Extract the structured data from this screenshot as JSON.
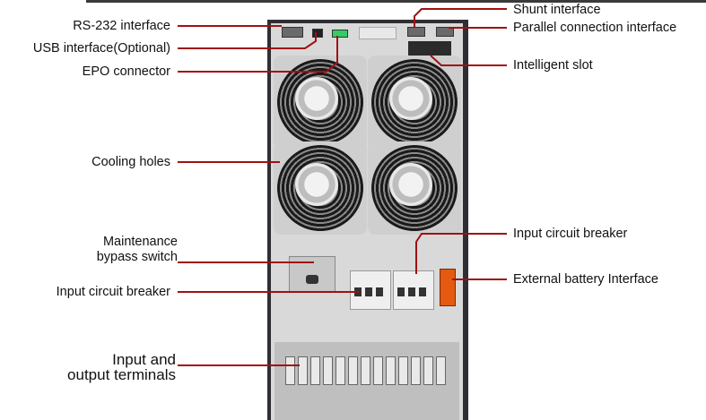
{
  "labels": {
    "rs232": "RS-232 interface",
    "usb": "USB interface(Optional)",
    "epo": "EPO connector",
    "cooling": "Cooling holes",
    "maint_line1": "Maintenance",
    "maint_line2": "bypass switch",
    "input_breaker_left": "Input circuit breaker",
    "io_line1": "Input and",
    "io_line2": "output terminals",
    "shunt": "Shunt interface",
    "parallel": "Parallel connection interface",
    "intelligent_slot": "Intelligent slot",
    "input_breaker_right": "Input circuit breaker",
    "battery": "External battery Interface"
  },
  "colors": {
    "leader_line": "#a01010",
    "battery_connector": "#e35a10"
  }
}
